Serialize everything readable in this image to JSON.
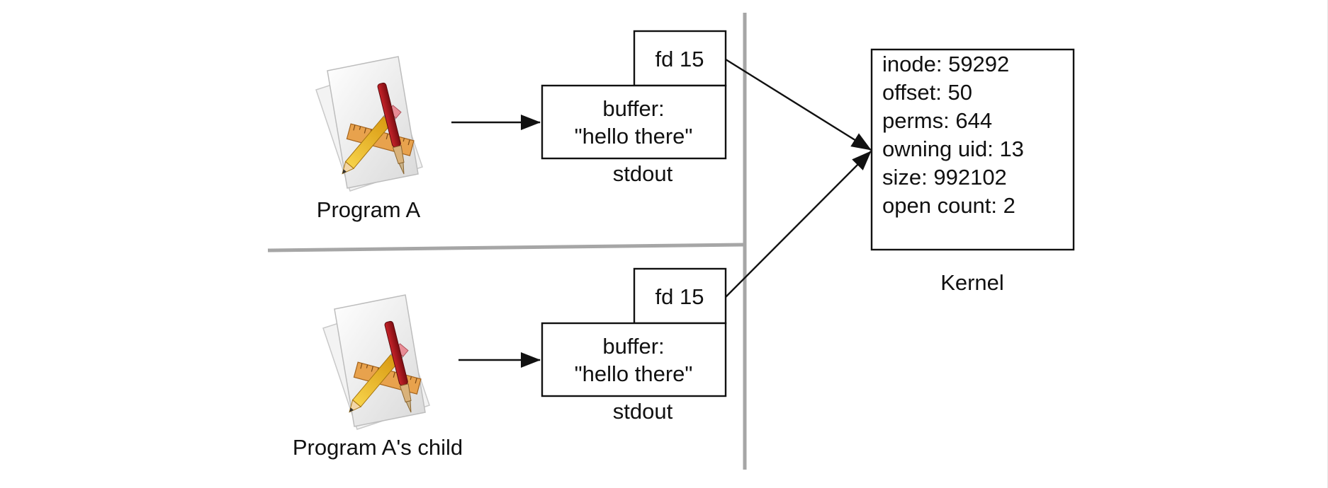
{
  "process_a": {
    "name": "Program A",
    "fd_label": "fd 15",
    "buffer_line1": "buffer:",
    "buffer_line2": "\"hello there\"",
    "stream_label": "stdout"
  },
  "process_child": {
    "name": "Program A's child",
    "fd_label": "fd 15",
    "buffer_line1": "buffer:",
    "buffer_line2": "\"hello there\"",
    "stream_label": "stdout"
  },
  "kernel": {
    "label": "Kernel",
    "entries": [
      "inode: 59292",
      "offset: 50",
      "perms: 644",
      "owning uid: 13",
      "size: 992102",
      "open count: 2"
    ]
  },
  "icons": {
    "program": "app-document-icon"
  },
  "colors": {
    "divider": "#a6a6a6",
    "stroke": "#111111"
  }
}
